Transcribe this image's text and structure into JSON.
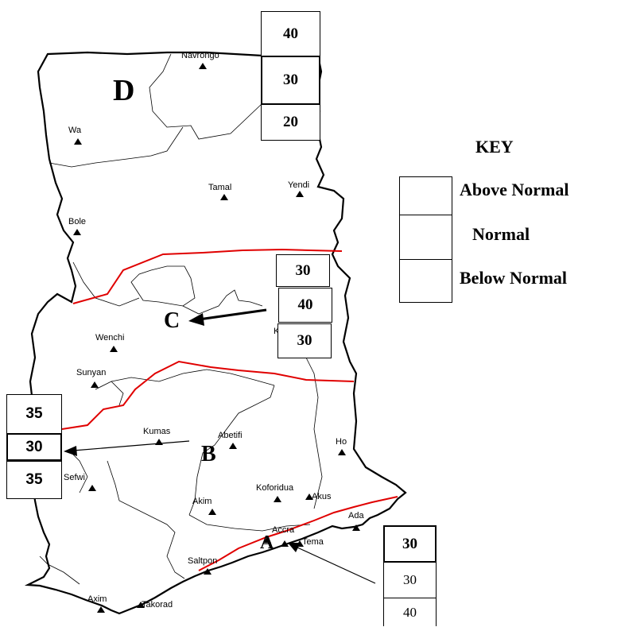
{
  "towns": {
    "navrongo": "Navrongo",
    "wa": "Wa",
    "tamal": "Tamal",
    "yendi": "Yendi",
    "bole": "Bole",
    "k": "K",
    "wenchi": "Wenchi",
    "sunyan": "Sunyan",
    "kumas": "Kumas",
    "abetifi": "Abetifi",
    "ho": "Ho",
    "sefwi": "Sefwi",
    "akim": "Akim",
    "koforidua": "Koforidua",
    "akus": "Akus",
    "ada": "Ada",
    "accra": "Accra",
    "tema": "Tema",
    "saltpon": "Saltpon",
    "axim": "Axim",
    "takorad": "Takorad"
  },
  "zones": {
    "a": "A",
    "b": "B",
    "c": "C",
    "d": "D"
  },
  "forecast_boxes": {
    "d": [
      "40",
      "30",
      "20"
    ],
    "c": [
      "30",
      "40",
      "30"
    ],
    "b": [
      "35",
      "30",
      "35"
    ],
    "a": [
      "30",
      "30",
      "40"
    ]
  },
  "key": {
    "title": "KEY",
    "above": "Above Normal",
    "normal": "Normal",
    "below": "Below Normal"
  },
  "colors": {
    "zone_boundary": "#e00000",
    "outline": "#000000"
  }
}
